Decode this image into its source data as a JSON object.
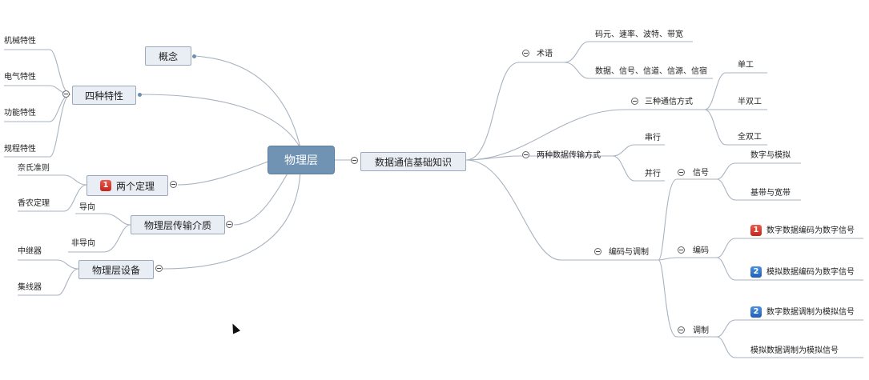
{
  "root": "物理层",
  "left": {
    "concept": "概念",
    "four": {
      "label": "四种特性",
      "items": [
        "机械特性",
        "电气特性",
        "功能特性",
        "规程特性"
      ]
    },
    "theorems": {
      "badge": "1",
      "label": "两个定理",
      "items": [
        "奈氏准则",
        "香农定理"
      ]
    },
    "media": {
      "label": "物理层传输介质",
      "items": [
        "导向",
        "非导向"
      ]
    },
    "devices": {
      "label": "物理层设备",
      "items": [
        "中继器",
        "集线器"
      ]
    }
  },
  "right": {
    "main": "数据通信基础知识",
    "terms": {
      "label": "术语",
      "items": [
        "码元、速率、波特、带宽",
        "数据、信号、信道、信源、信宿"
      ]
    },
    "modes": {
      "label": "三种通信方式",
      "items": [
        "单工",
        "半双工",
        "全双工"
      ]
    },
    "trans": {
      "label": "两种数据传输方式",
      "items": [
        "串行",
        "并行"
      ]
    },
    "codec": {
      "label": "编码与调制",
      "signal": {
        "label": "信号",
        "items": [
          "数字与模拟",
          "基带与宽带"
        ]
      },
      "encode": {
        "label": "编码",
        "items": [
          {
            "badge": "1",
            "badge_color": "red",
            "text": "数字数据编码为数字信号"
          },
          {
            "badge": "2",
            "badge_color": "blue",
            "text": "模拟数据编码为数字信号"
          }
        ]
      },
      "modulate": {
        "label": "调制",
        "items": [
          {
            "badge": "2",
            "badge_color": "blue",
            "text": "数字数据调制为模拟信号"
          },
          {
            "badge": "",
            "badge_color": "",
            "text": "模拟数据调制为模拟信号"
          }
        ]
      }
    }
  },
  "colors": {
    "line": "#a8b3bf",
    "root_fill": "#7193b3",
    "box_fill": "#e9eef5",
    "box_border": "#9aa9bb"
  },
  "icons": [
    "collapse-icon",
    "connector-dot-icon",
    "mouse-cursor-icon"
  ]
}
